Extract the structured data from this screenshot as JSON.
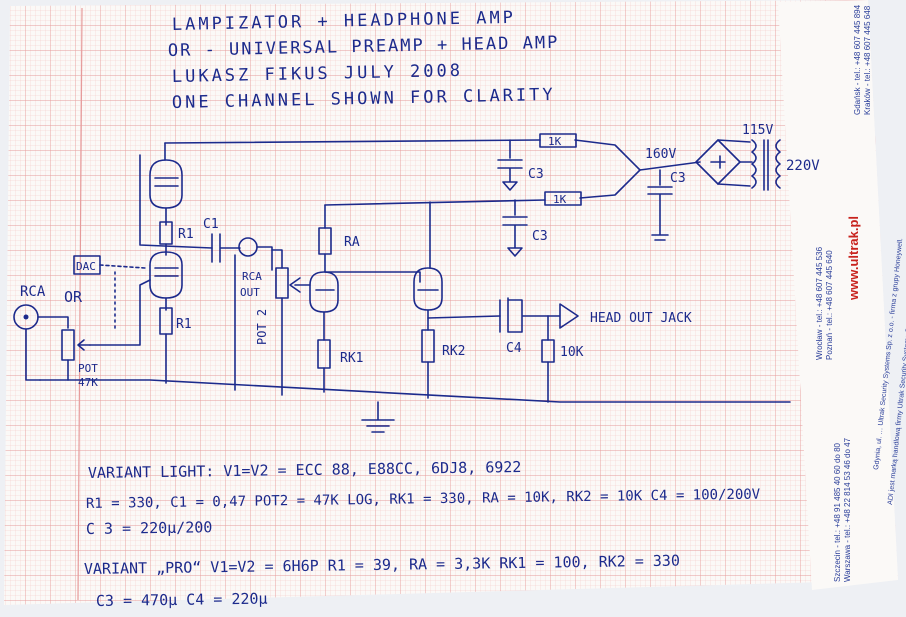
{
  "title_lines": [
    "LAMPIZATOR + HEADPHONE AMP",
    "OR - UNIVERSAL PREAMP + HEAD AMP",
    "LUKASZ FIKUS    JULY 2008",
    "ONE CHANNEL  SHOWN FOR CLARITY"
  ],
  "schematic": {
    "rca_in": "RCA",
    "dac": "DAC",
    "or": "OR",
    "pot": "POT",
    "pot_value": "47K",
    "r1_upper": "R1",
    "r1_lower": "R1",
    "c1": "C1",
    "rca_out": "RCA",
    "rca_out_sub": "OUT",
    "pot2": "POT 2",
    "ra": "RA",
    "rk1": "RK1",
    "rk2": "RK2",
    "c3_upper": "C3",
    "c3_lower": "C3",
    "c3_supply": "C3",
    "r1k_upper": "1K",
    "r1k_lower": "1K",
    "v160": "160V",
    "v115": "115V",
    "v220": "220V",
    "c4": "C4",
    "r10k": "10K",
    "head_out": "HEAD OUT JACK"
  },
  "notes": [
    "VARIANT  LIGHT:  V1=V2 = ECC 88, E88CC, 6DJ8, 6922",
    "R1 = 330,  C1 = 0,47  POT2 = 47K LOG,  RK1 = 330,  RA = 10K,  RK2 = 10K  C4 = 100/200V",
    "C 3 = 220µ/200",
    "VARIANT  „PRO“  V1=V2 = 6H6P   R1 = 39,  RA = 3,3K  RK1 = 100,  RK2 = 330",
    "C3 = 470µ   C4 = 220µ"
  ],
  "sidebar": {
    "phone_top_1": "Gdańsk - tel.: +48 607 445 894",
    "phone_top_2": "Kraków - tel.: +48 607 445 648",
    "phone_mid_1": "Wrocław - tel.: +48 607 445 536",
    "phone_mid_2": "Poznań - tel.: +48 607 445 640",
    "brand": "www.ultrak.pl",
    "company": "Gdynia, ul. … Ultrak Security Systems Sp. z o.o. - firma z grupy Honeywell.",
    "phone_low_1": "Szczecin - tel.: +48 91 485 40 60 do 80",
    "phone_low_2": "Warszawa - tel.: +48 22 814 53 46 do 47",
    "legal": "ADI jest marką handlową firmy Ultrak Security Systems Sp. z o.o. - firma z grupy Honeywell."
  },
  "colors": {
    "ink": "#1c2a8c",
    "grid_minor": "#f2b8b8",
    "grid_major": "#e58a8a",
    "brand_red": "#c8231e",
    "paper": "#fbf9f7"
  }
}
